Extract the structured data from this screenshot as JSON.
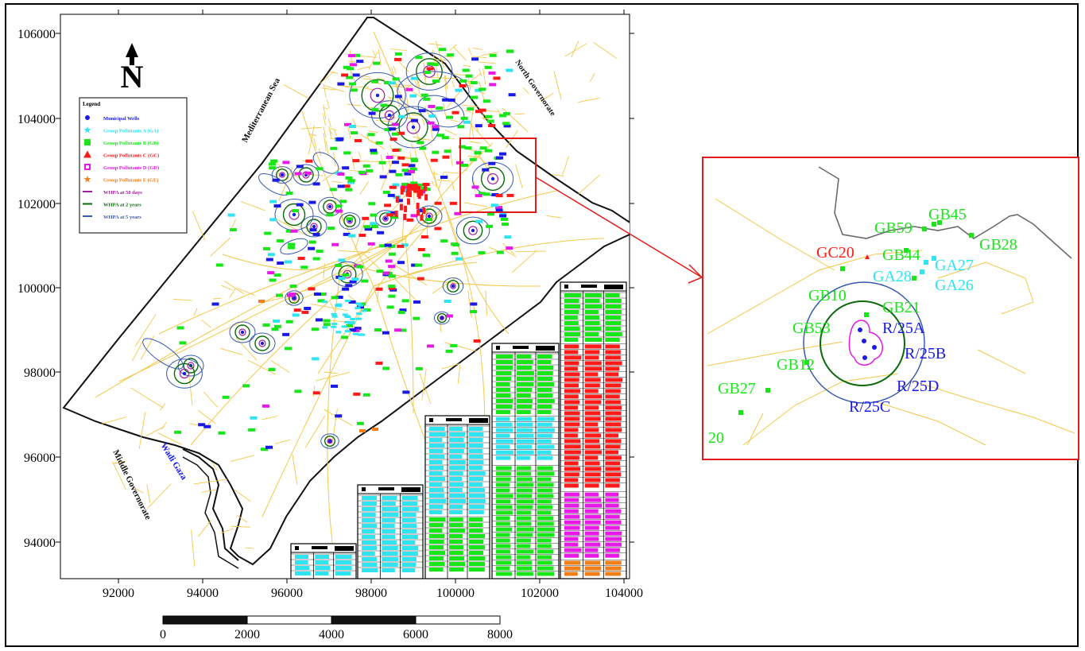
{
  "colors": {
    "frame": "#000000",
    "highlight": "#e21b1b",
    "roads": "#f2c84b",
    "group_a": "#2fe3f0",
    "group_b": "#19e619",
    "group_c": "#ff1a1a",
    "group_d": "#e619e6",
    "group_e": "#f07f1a",
    "wells": "#1a1ae6",
    "whpa_50d": "#a020a0",
    "whpa_2y": "#0a6a0a",
    "whpa_5y": "#3a5ab0"
  },
  "axes": {
    "y_ticks": [
      "106000",
      "104000",
      "102000",
      "100000",
      "98000",
      "96000",
      "94000"
    ],
    "x_ticks": [
      "92000",
      "94000",
      "96000",
      "98000",
      "100000",
      "102000",
      "104000"
    ]
  },
  "north_arrow": {
    "letter": "N"
  },
  "legend": {
    "title": "Legend",
    "items": [
      {
        "symbol": "dot",
        "color": "#1a1ae6",
        "label": "Municipal Wells"
      },
      {
        "symbol": "star",
        "color": "#2fe3f0",
        "label": "Group Pollutants A (GA)"
      },
      {
        "symbol": "square",
        "color": "#19e619",
        "label": "Group Pollutants B (GB)"
      },
      {
        "symbol": "triangle",
        "color": "#ff1a1a",
        "label": "Group Pollutants C (GC)"
      },
      {
        "symbol": "boxed-square",
        "color": "#e619e6",
        "label": "Group Pollutants D (GD)"
      },
      {
        "symbol": "star",
        "color": "#f07f1a",
        "label": "Group Pollutants E (GE)"
      },
      {
        "symbol": "line",
        "color": "#a020a0",
        "label": "WHPA at 50 days"
      },
      {
        "symbol": "line",
        "color": "#0a6a0a",
        "label": "WHPA at 2 years"
      },
      {
        "symbol": "line",
        "color": "#3a5ab0",
        "label": "WHPA at 5 years"
      }
    ]
  },
  "map_labels": {
    "sea": "Mediterranean Sea",
    "north": "North Governorate",
    "middle": "Middle Governorate",
    "wadi": "Wadi Gaza"
  },
  "scale_bar": {
    "labels": [
      "0",
      "2000",
      "4000",
      "6000",
      "8000"
    ]
  },
  "inset": {
    "labels": [
      {
        "text": "GB45",
        "group": "b"
      },
      {
        "text": "GB59",
        "group": "b"
      },
      {
        "text": "GB28",
        "group": "b"
      },
      {
        "text": "GC20",
        "group": "c"
      },
      {
        "text": "GB44",
        "group": "b"
      },
      {
        "text": "GA27",
        "group": "a"
      },
      {
        "text": "GA28",
        "group": "a"
      },
      {
        "text": "GA26",
        "group": "a"
      },
      {
        "text": "GB10",
        "group": "b"
      },
      {
        "text": "GB21",
        "group": "b"
      },
      {
        "text": "GB53",
        "group": "b"
      },
      {
        "text": "R/25A",
        "group": "w"
      },
      {
        "text": "R/25B",
        "group": "w"
      },
      {
        "text": "GB12",
        "group": "b"
      },
      {
        "text": "R/25D",
        "group": "w"
      },
      {
        "text": "GB27",
        "group": "b"
      },
      {
        "text": "R/25C",
        "group": "w"
      },
      {
        "text": "20",
        "group": "b"
      }
    ]
  }
}
